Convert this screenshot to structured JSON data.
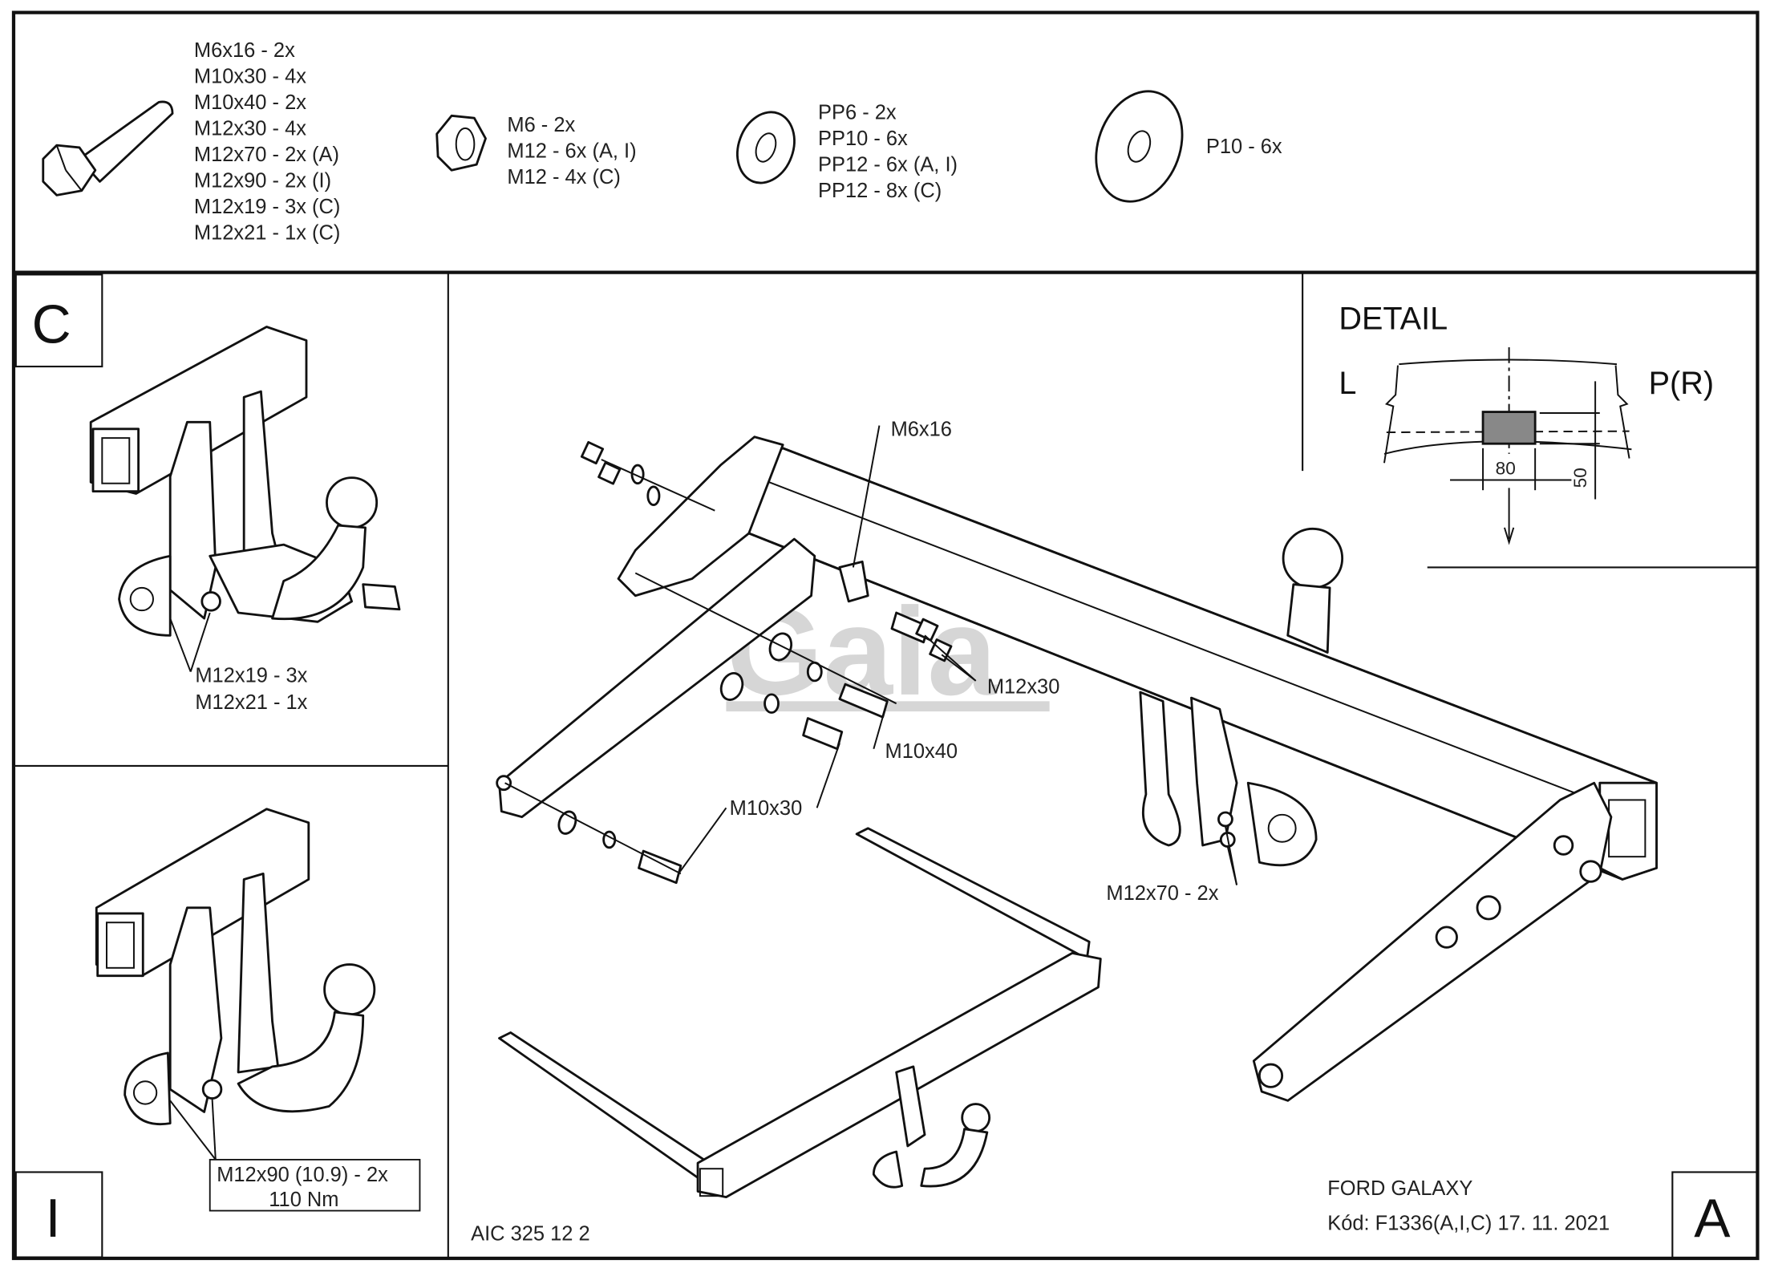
{
  "parts_list": {
    "bolts": [
      "M6x16 - 2x",
      "M10x30 - 4x",
      "M10x40 - 2x",
      "M12x30 - 4x",
      "M12x70 - 2x (A)",
      "M12x90 - 2x (I)",
      "M12x19 - 3x (C)",
      "M12x21 - 1x (C)"
    ],
    "nuts": [
      "M6 - 2x",
      "M12 - 6x (A, I)",
      "M12 - 4x (C)"
    ],
    "spring_washers": [
      "PP6 - 2x",
      "PP10 - 6x",
      "PP12 - 6x (A, I)",
      "PP12 - 8x (C)"
    ],
    "flat_washers": [
      "P10 - 6x"
    ]
  },
  "panel_c": {
    "letter": "C",
    "callouts": [
      "M12x19 - 3x",
      "M12x21 - 1x"
    ]
  },
  "panel_i": {
    "letter": "I",
    "callout_line1": "M12x90 (10.9) - 2x",
    "callout_line2": "110 Nm"
  },
  "main": {
    "letter": "A",
    "callouts": {
      "m6x16": "M6x16",
      "m12x30": "M12x30",
      "m10x40": "M10x40",
      "m10x30": "M10x30",
      "m12x70": "M12x70 - 2x"
    },
    "drawing_code": "AIC 325 12 2",
    "logo": "Gaia"
  },
  "detail": {
    "title": "DETAIL",
    "left": "L",
    "right": "P(R)",
    "width_dim": "80",
    "height_dim": "50"
  },
  "title_block": {
    "vehicle": "FORD GALAXY",
    "code": "Kód: F1336(A,I,C)  17. 11. 2021"
  }
}
